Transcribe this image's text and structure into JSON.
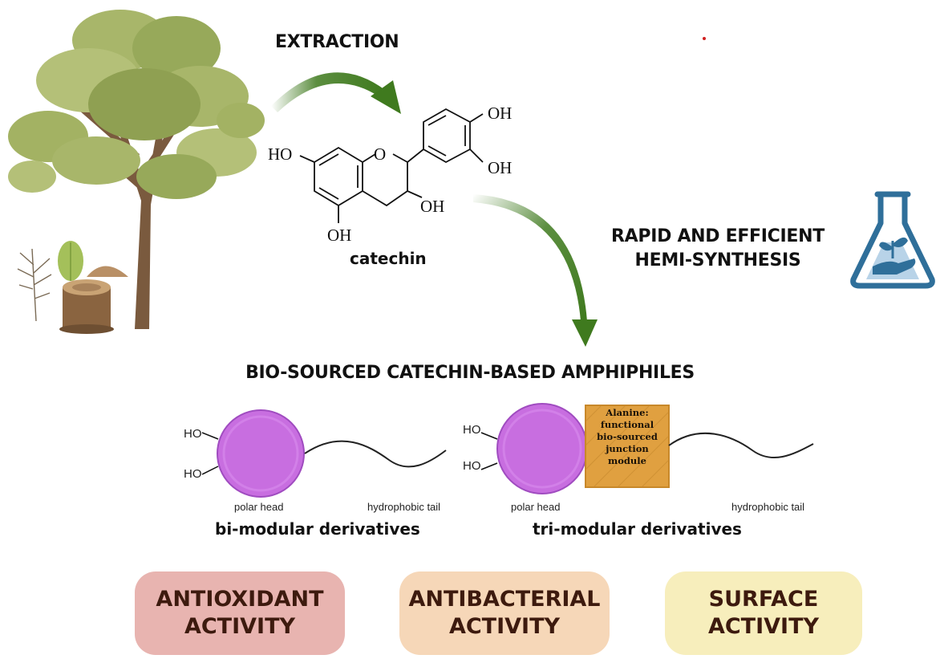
{
  "title_extraction": "EXTRACTION",
  "molecule": {
    "name": "catechin",
    "oh_top_right": "OH",
    "oh_mid_right": "OH",
    "oh_left": "HO",
    "ring_oxygen": "O",
    "oh_c3": "OH",
    "oh_bottom": "OH"
  },
  "synthesis": {
    "line1": "RAPID AND EFFICIENT",
    "line2": "HEMI-SYNTHESIS"
  },
  "section_title": "BIO-SOURCED CATECHIN-BASED AMPHIPHILES",
  "bimodular": {
    "ho_top": "HO",
    "ho_bottom": "HO",
    "head_label": "polar head",
    "tail_label": "hydrophobic tail",
    "caption": "bi-modular derivatives"
  },
  "trimodular": {
    "ho_top": "HO",
    "ho_bottom": "HO",
    "head_label": "polar head",
    "tail_label": "hydrophobic tail",
    "caption": "tri-modular derivatives",
    "junction_lines": [
      "Alanine:",
      "functional",
      "bio-sourced",
      "junction",
      "module"
    ]
  },
  "activities": [
    {
      "line1": "ANTIOXIDANT",
      "line2": "ACTIVITY",
      "color": "#e8b4b0"
    },
    {
      "line1": "ANTIBACTERIAL",
      "line2": "ACTIVITY",
      "color": "#f6d7b8"
    },
    {
      "line1": "SURFACE",
      "line2": "ACTIVITY",
      "color": "#f7eebc"
    }
  ],
  "colors": {
    "arrow_green": "#3f7a1e",
    "head_purple": "#c86ee0",
    "junction_orange": "#e0a040",
    "flask_blue": "#2f6f9a"
  }
}
